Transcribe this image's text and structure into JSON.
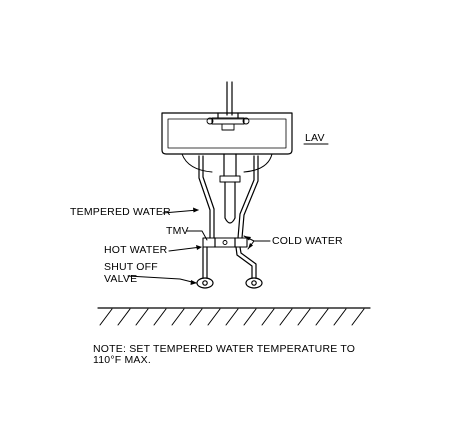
{
  "labels": {
    "lav": "LAV",
    "tempered_water": "TEMPERED WATER",
    "tmv": "TMV",
    "hot_water": "HOT WATER",
    "cold_water": "COLD WATER",
    "shut_off_line1": "SHUT OFF",
    "shut_off_line2": "VALVE"
  },
  "note": {
    "line1": "NOTE: SET TEMPERED WATER TEMPERATURE TO",
    "line2": "110°F MAX."
  },
  "colors": {
    "line": "#000000",
    "background": "#ffffff"
  }
}
